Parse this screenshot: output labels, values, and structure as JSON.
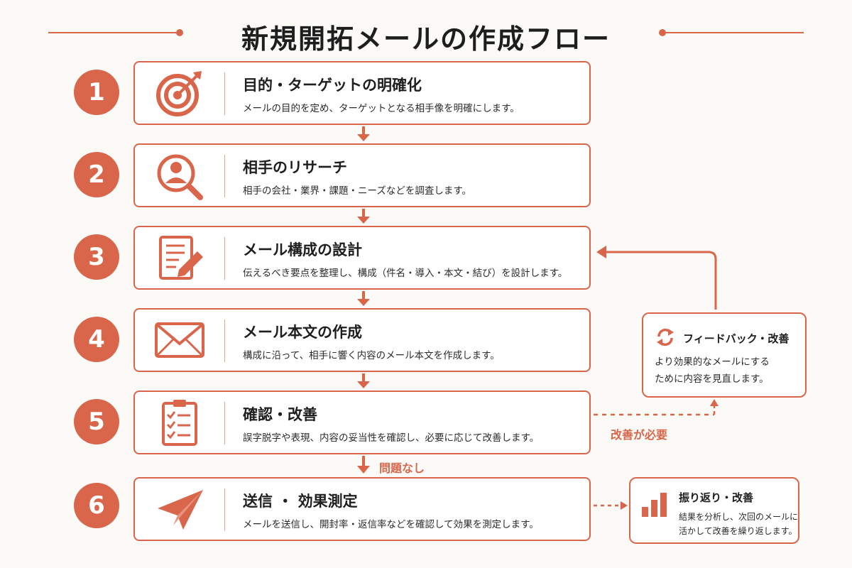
{
  "title": "新規開拓メールの作成フロー",
  "steps": [
    {
      "number": "1",
      "title": "目的・ターゲットの明確化",
      "description": "メールの目的を定め、ターゲットとなる相手像を明確にします。",
      "icon": "target-icon"
    },
    {
      "number": "2",
      "title": "相手のリサーチ",
      "description": "相手の会社・業界・課題・ニーズなどを調査します。",
      "icon": "person-search-icon"
    },
    {
      "number": "3",
      "title": "メール構成の設計",
      "description": "伝えるべき要点を整理し、構成（件名・導入・本文・結び）を設計します。",
      "icon": "document-edit-icon"
    },
    {
      "number": "4",
      "title": "メール本文の作成",
      "description": "構成に沿って、相手に響く内容のメール本文を作成します。",
      "icon": "envelope-icon"
    },
    {
      "number": "5",
      "title": "確認・改善",
      "description": "誤字脱字や表現、内容の妥当性を確認し、必要に応じて改善します。",
      "icon": "clipboard-check-icon"
    },
    {
      "number": "6",
      "title": "送信 ・ 効果測定",
      "description": "メールを送信し、開封率・返信率などを確認して効果を測定します。",
      "icon": "paper-plane-icon"
    }
  ],
  "feedback": {
    "title": "フィードバック・改善",
    "description_line1": "より効果的なメールにする",
    "description_line2": "ために内容を見直します。",
    "icon": "refresh-icon"
  },
  "review": {
    "title": "振り返り・改善",
    "description_line1": "結果を分析し、次回のメールに",
    "description_line2": "活かして改善を繰り返します。",
    "icon": "bar-chart-icon"
  },
  "labels": {
    "needs_improvement": "改善が必要",
    "no_issue": "問題なし"
  },
  "colors": {
    "accent": "#d9664b",
    "background": "#fbfaf6",
    "text": "#1e1e1e"
  }
}
